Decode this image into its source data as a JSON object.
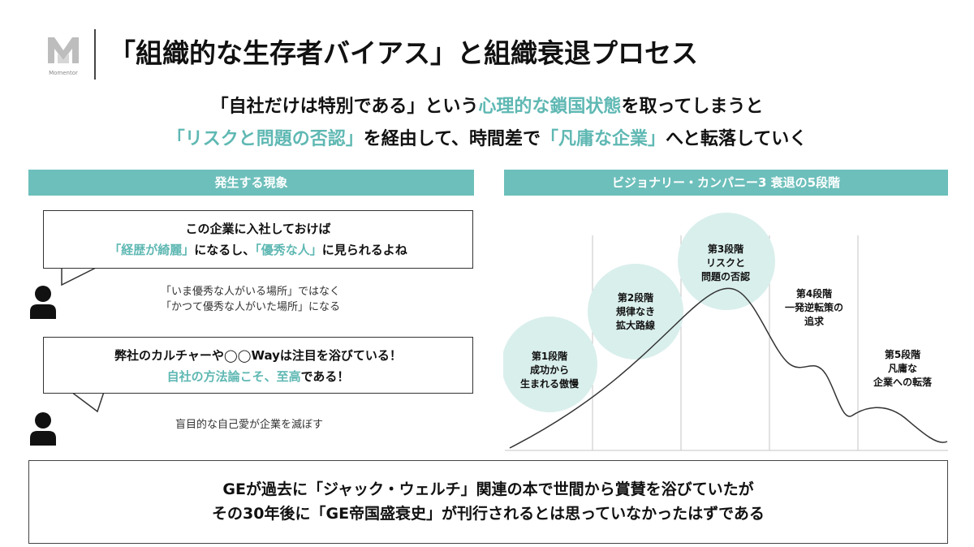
{
  "header": {
    "logo_text": "Momentor",
    "title": "「組織的な生存者バイアス」と組織衰退プロセス"
  },
  "subtitle": {
    "line1_pre": "「自社だけは特別である」という",
    "line1_accent": "心理的な鎖国状態",
    "line1_post": "を取ってしまうと",
    "line2_accent1": "「リスクと問題の否認」",
    "line2_mid": "を経由して、時間差で",
    "line2_accent2": "「凡庸な企業」",
    "line2_post": "へと転落していく"
  },
  "left_panel": {
    "header": "発生する現象",
    "bubble1": {
      "line1": "この企業に入社しておけば",
      "line2_accent1": "「経歴が綺麗」",
      "line2_mid": "になるし、",
      "line2_accent2": "「優秀な人」",
      "line2_post": "に見られるよね"
    },
    "caption1": {
      "line1": "「いま優秀な人がいる場所」ではなく",
      "line2": "「かつて優秀な人がいた場所」になる"
    },
    "bubble2": {
      "line1": "弊社のカルチャーや◯◯Wayは注目を浴びている！",
      "line2_accent": "自社の方法論こそ、至高",
      "line2_post": "である！"
    },
    "caption2": "盲目的な自己愛が企業を滅ぼす"
  },
  "right_panel": {
    "header": "ビジョナリー・カンパニー3 衰退の5段階",
    "stages": [
      {
        "l1": "第1段階",
        "l2": "成功から",
        "l3": "生まれる傲慢"
      },
      {
        "l1": "第2段階",
        "l2": "規律なき",
        "l3": "拡大路線"
      },
      {
        "l1": "第3段階",
        "l2": "リスクと",
        "l3": "問題の否認"
      },
      {
        "l1": "第4段階",
        "l2": "一発逆転策の",
        "l3": "追求"
      },
      {
        "l1": "第5段階",
        "l2": "凡庸な",
        "l3": "企業への転落"
      }
    ]
  },
  "bottom": {
    "line1": "GEが過去に「ジャック・ウェルチ」関連の本で世間から賞賛を浴びていたが",
    "line2": "その30年後に「GE帝国盛衰史」が刊行されるとは思っていなかったはずである"
  },
  "colors": {
    "accent": "#5fb8b3",
    "bar": "#6dbfbb",
    "circle": "#d9efec"
  }
}
